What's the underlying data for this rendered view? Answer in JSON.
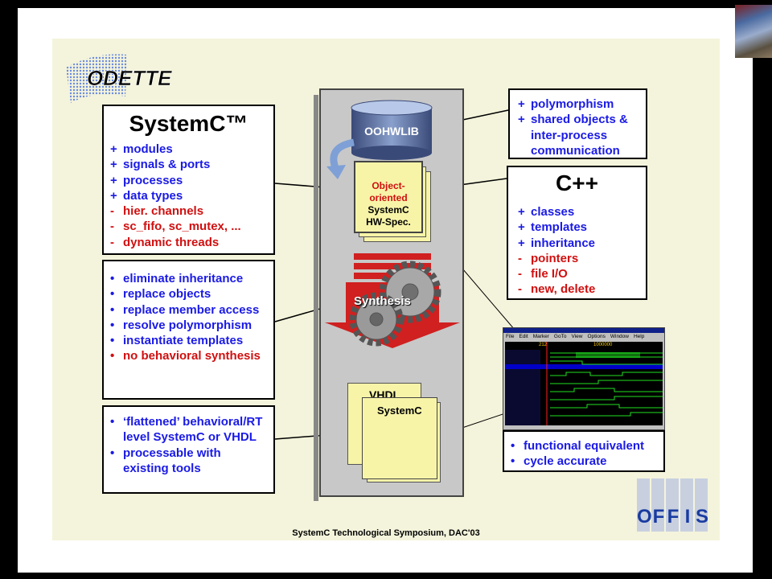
{
  "logo": {
    "text": "ODETTE"
  },
  "systemc_box": {
    "title": "SystemC™",
    "items": [
      {
        "sign": "+",
        "text": "modules"
      },
      {
        "sign": "+",
        "text": "signals & ports"
      },
      {
        "sign": "+",
        "text": "processes"
      },
      {
        "sign": "+",
        "text": "data types"
      },
      {
        "sign": "-",
        "text": "hier. channels"
      },
      {
        "sign": "-",
        "text": "sc_fifo, sc_mutex, ..."
      },
      {
        "sign": "-",
        "text": "dynamic threads"
      }
    ]
  },
  "transform_box": {
    "items": [
      {
        "text": "eliminate inheritance",
        "color": "blue"
      },
      {
        "text": "replace objects",
        "color": "blue"
      },
      {
        "text": "replace member access",
        "color": "blue"
      },
      {
        "text": "resolve polymorphism",
        "color": "blue"
      },
      {
        "text": "instantiate templates",
        "color": "blue"
      },
      {
        "text": "no behavioral synthesis",
        "color": "red"
      }
    ]
  },
  "output_box": {
    "items": [
      {
        "text": "‘flattened’ behavioral/RT level SystemC or VHDL"
      },
      {
        "text": "processable with existing tools"
      }
    ]
  },
  "oohwlib_box": {
    "items": [
      {
        "text": "polymorphism"
      },
      {
        "text": "shared objects & inter-process communication"
      }
    ]
  },
  "cpp_box": {
    "title": "C++",
    "items": [
      {
        "sign": "+",
        "text": "classes"
      },
      {
        "sign": "+",
        "text": "templates"
      },
      {
        "sign": "+",
        "text": "inheritance"
      },
      {
        "sign": "-",
        "text": "pointers"
      },
      {
        "sign": "-",
        "text": "file I/O"
      },
      {
        "sign": "-",
        "text": "new, delete"
      }
    ]
  },
  "simulation_box": {
    "items": [
      {
        "text": "functional equivalent"
      },
      {
        "text": "cycle accurate"
      }
    ]
  },
  "center": {
    "library": "OOHWLIB",
    "doc_red": "Object-oriented",
    "doc_black": "SystemC HW-Spec.",
    "synthesis": "Synthesis",
    "vhdl": "VHDL",
    "systemc": "SystemC"
  },
  "waveform": {
    "menu": [
      "File",
      "Edit",
      "Marker",
      "GoTo",
      "View",
      "Options",
      "Window",
      "Help"
    ],
    "marker_left": "212",
    "marker_right": "1000000"
  },
  "offis": {
    "letters": [
      "O",
      "F",
      "F",
      "I",
      "S"
    ]
  },
  "footer": "SystemC Technological Symposium, DAC'03",
  "colors": {
    "blue": "#1a1ae6",
    "red": "#d01010",
    "background": "#f4f4dc",
    "doc": "#f7f4a8",
    "panel": "#c8c8c8"
  }
}
